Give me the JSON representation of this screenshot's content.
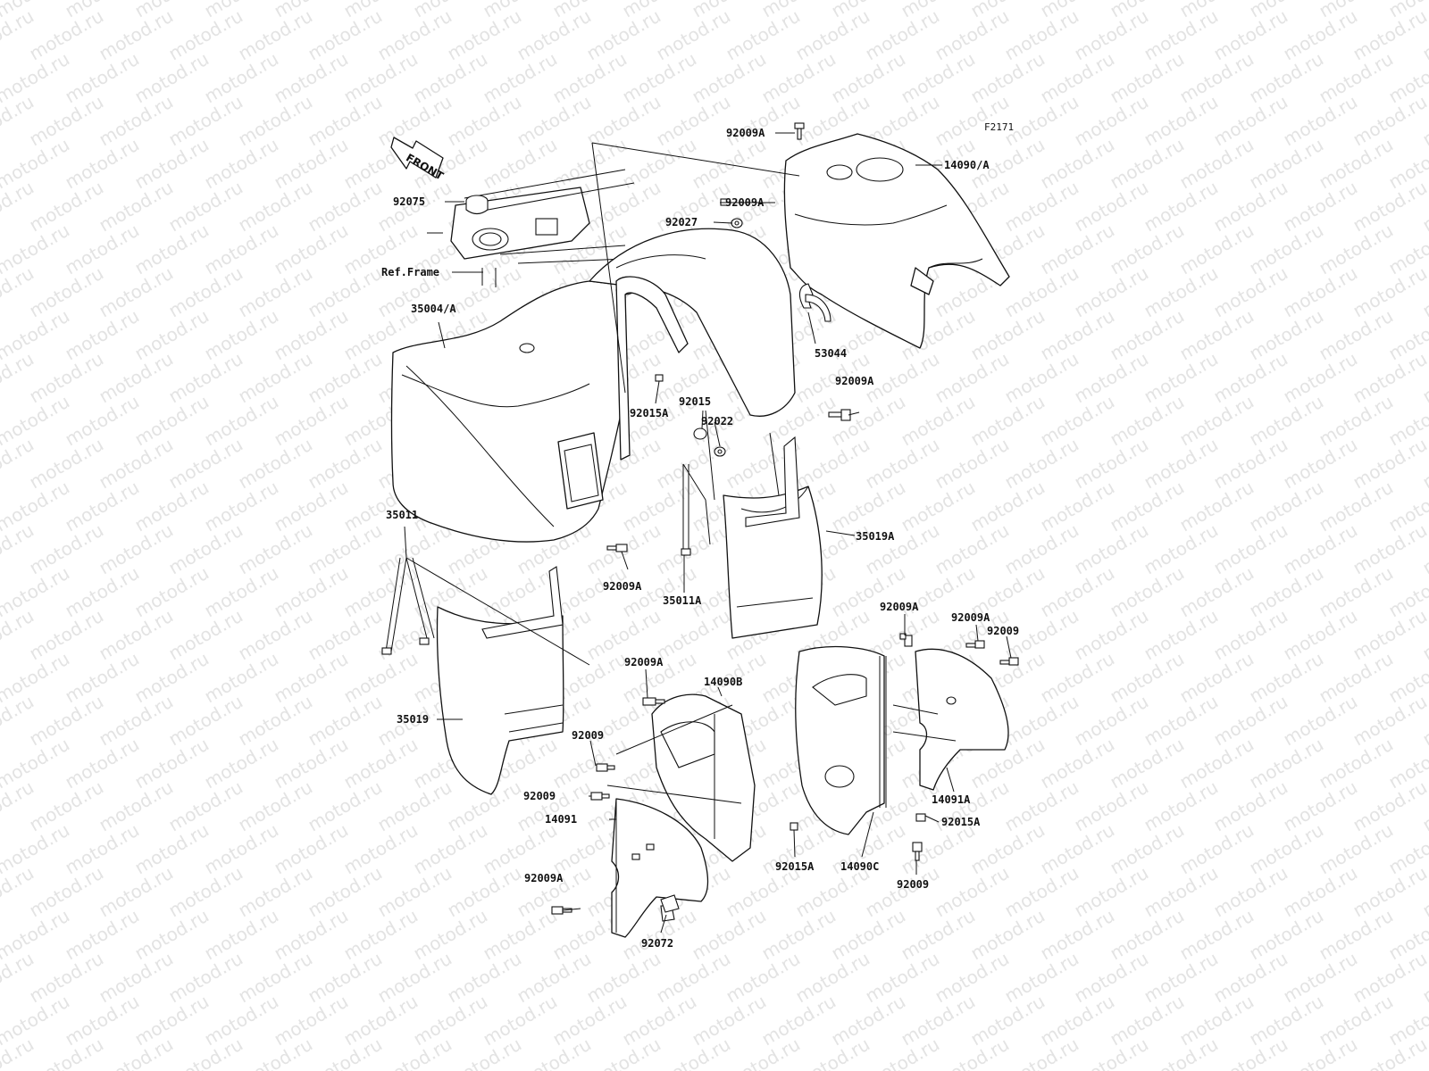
{
  "figure_code": "F2171",
  "watermark": "motod.ru",
  "front_arrow_text": "FRONT",
  "ref_frame_label": "Ref.Frame",
  "callouts": [
    {
      "id": "c-92009A-top",
      "text": "92009A"
    },
    {
      "id": "c-14090A",
      "text": "14090/A"
    },
    {
      "id": "c-92075",
      "text": "92075"
    },
    {
      "id": "c-92009A-2",
      "text": "92009A"
    },
    {
      "id": "c-92027",
      "text": "92027"
    },
    {
      "id": "c-35004A",
      "text": "35004/A"
    },
    {
      "id": "c-53044",
      "text": "53044"
    },
    {
      "id": "c-92009A-r",
      "text": "92009A"
    },
    {
      "id": "c-92015",
      "text": "92015"
    },
    {
      "id": "c-92022",
      "text": "92022"
    },
    {
      "id": "c-92015A-1",
      "text": "92015A"
    },
    {
      "id": "c-35011",
      "text": "35011"
    },
    {
      "id": "c-92009A-m",
      "text": "92009A"
    },
    {
      "id": "c-35011A",
      "text": "35011A"
    },
    {
      "id": "c-35019A",
      "text": "35019A"
    },
    {
      "id": "c-92009A-rm",
      "text": "92009A"
    },
    {
      "id": "c-92009A-rr",
      "text": "92009A"
    },
    {
      "id": "c-92009-rr",
      "text": "92009"
    },
    {
      "id": "c-92009A-l",
      "text": "92009A"
    },
    {
      "id": "c-14090B",
      "text": "14090B"
    },
    {
      "id": "c-35019",
      "text": "35019"
    },
    {
      "id": "c-92009-l1",
      "text": "92009"
    },
    {
      "id": "c-92009-l2",
      "text": "92009"
    },
    {
      "id": "c-14091",
      "text": "14091"
    },
    {
      "id": "c-14091A",
      "text": "14091A"
    },
    {
      "id": "c-92015A-2",
      "text": "92015A"
    },
    {
      "id": "c-92015A-3",
      "text": "92015A"
    },
    {
      "id": "c-14090C",
      "text": "14090C"
    },
    {
      "id": "c-92009-b",
      "text": "92009"
    },
    {
      "id": "c-92009A-b",
      "text": "92009A"
    },
    {
      "id": "c-92072",
      "text": "92072"
    }
  ]
}
